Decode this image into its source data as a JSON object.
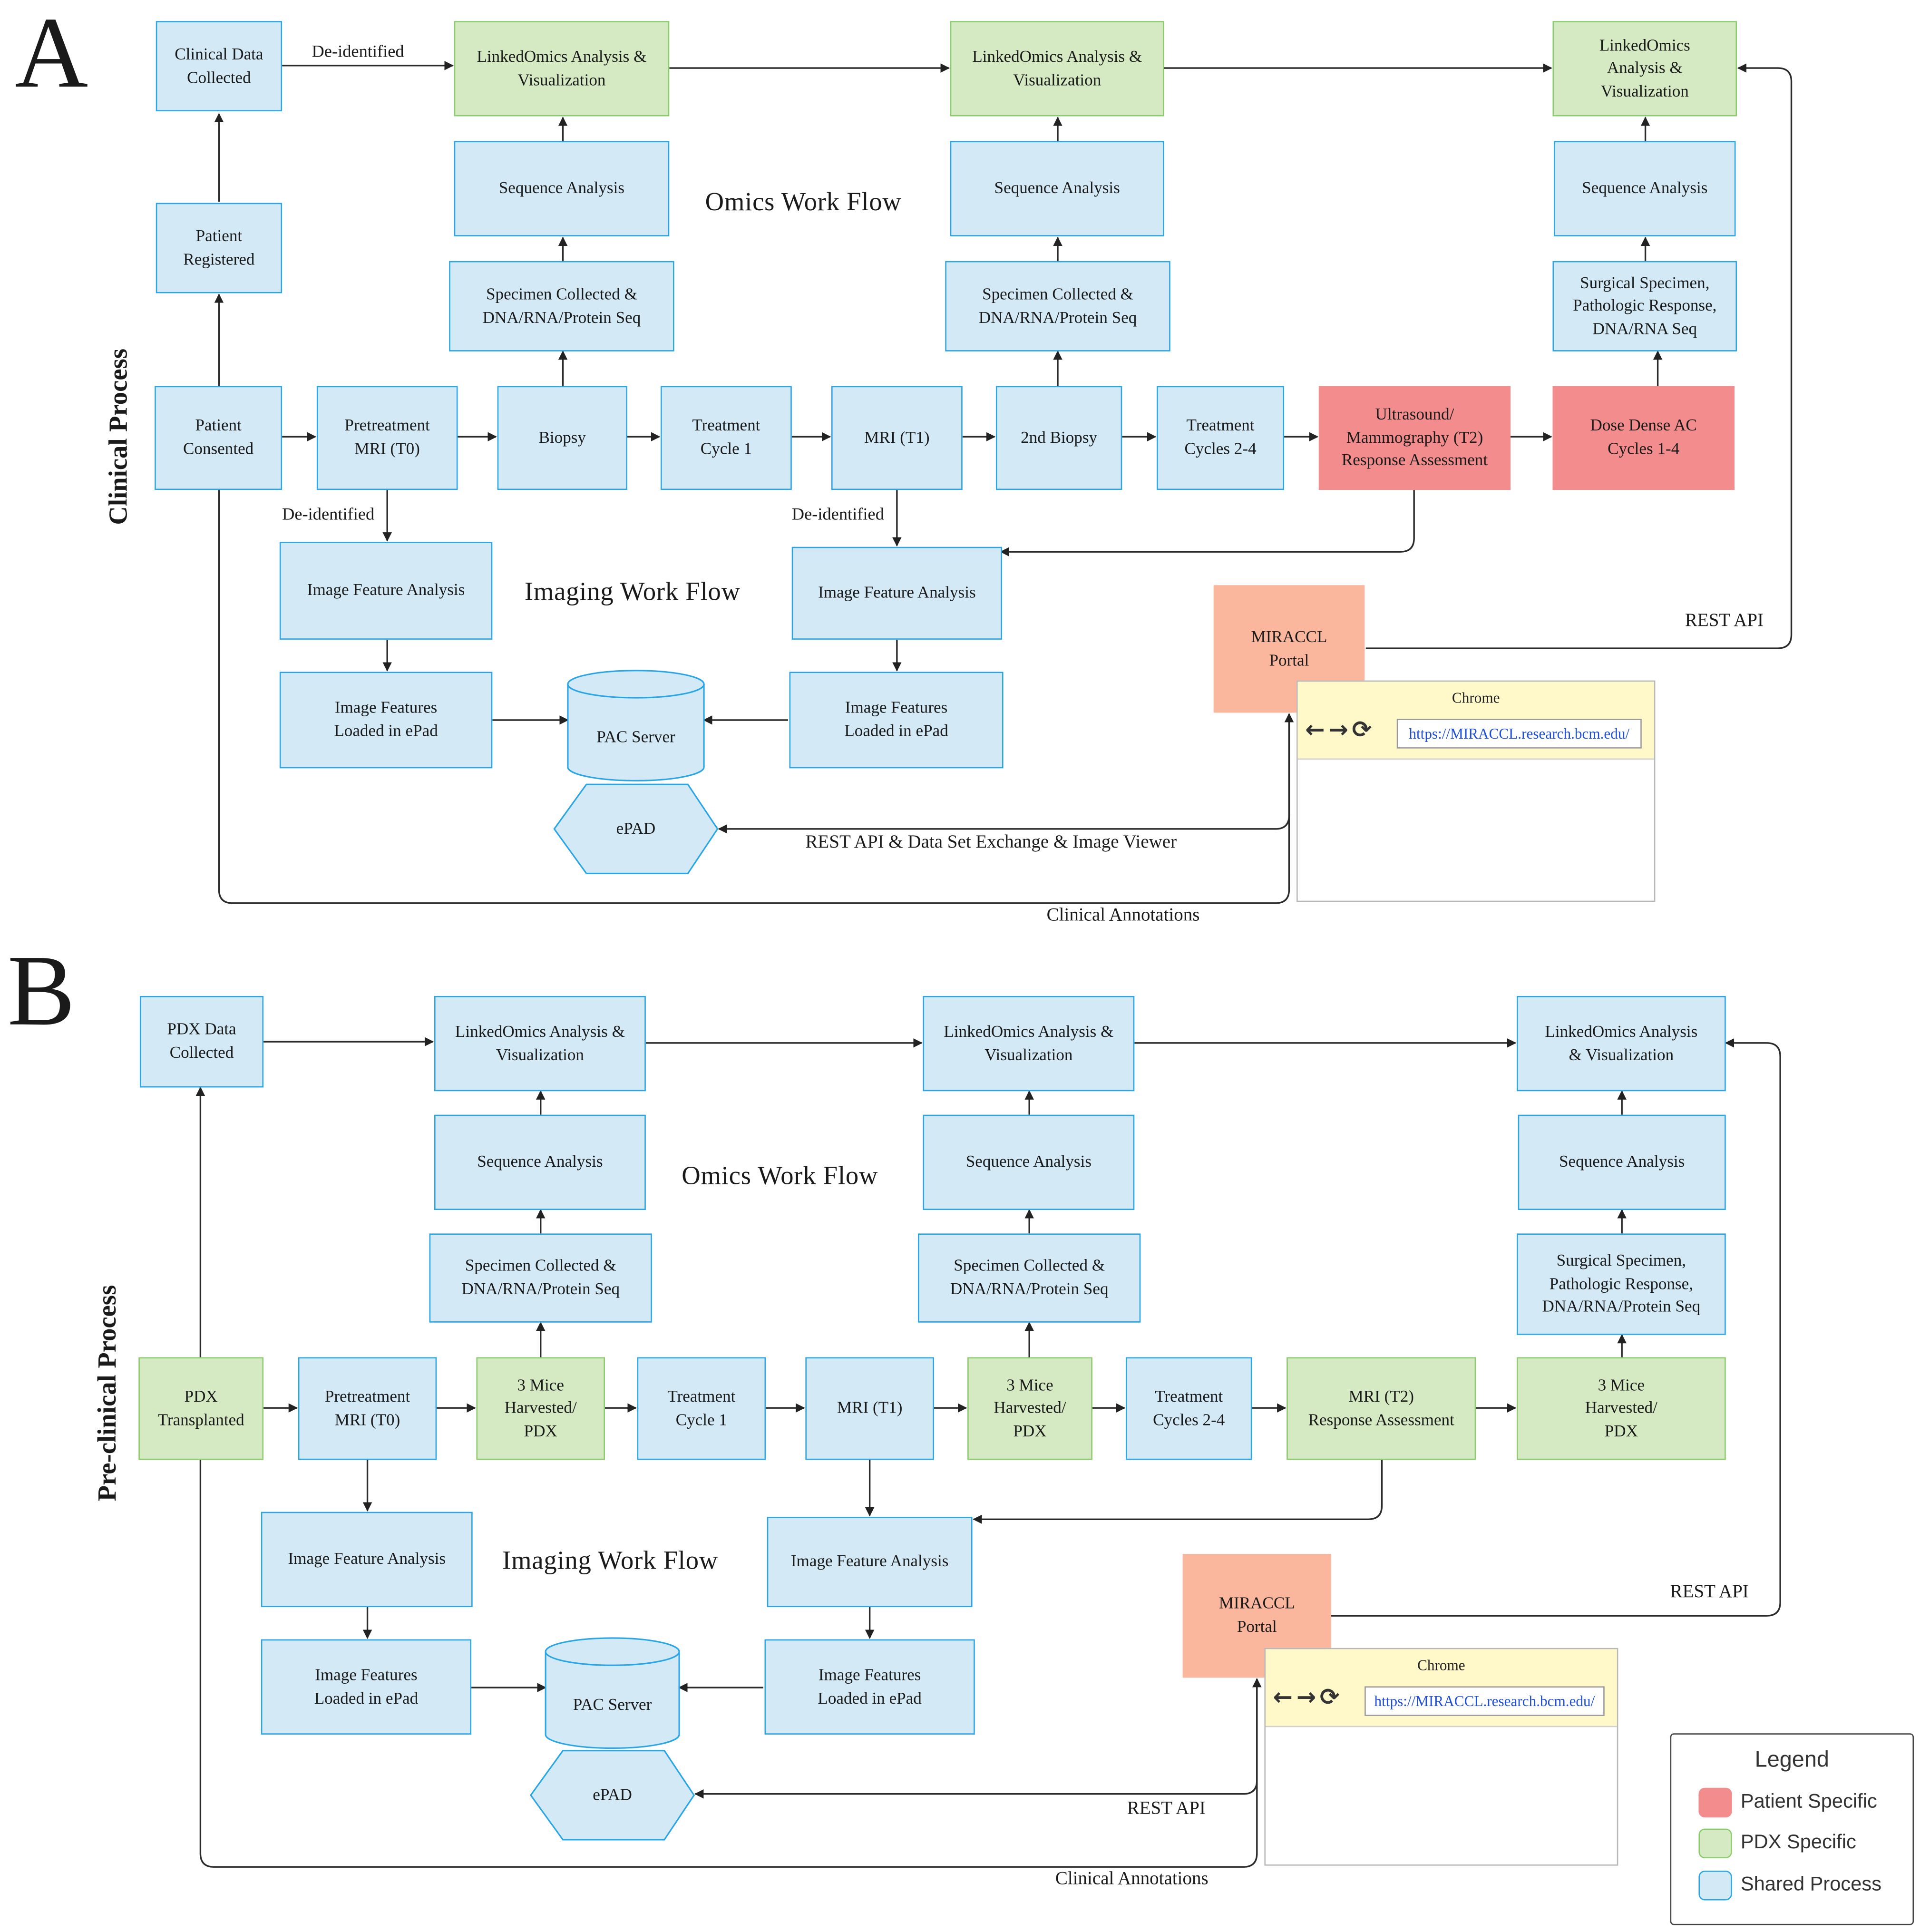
{
  "colors": {
    "patient_specific": "#f38c8c",
    "pdx_specific": "#d5eac2",
    "shared_process": "#d3eaf6",
    "portal": "#fbb79d",
    "line": "#2b2b2b"
  },
  "panel_a": {
    "letter": "A",
    "side_label": "Clinical Process",
    "omics_title": "Omics Work Flow",
    "imaging_title": "Imaging Work Flow",
    "nodes": {
      "clinical_data": "Clinical Data\nCollected",
      "patient_registered": "Patient\nRegistered",
      "patient_consented": "Patient\nConsented",
      "pretreatment_mri": "Pretreatment\nMRI (T0)",
      "biopsy": "Biopsy",
      "treatment_cycle1": "Treatment\nCycle 1",
      "mri_t1": "MRI (T1)",
      "biopsy2": "2nd Biopsy",
      "treatment_cycles24": "Treatment\nCycles 2-4",
      "ultrasound": "Ultrasound/\nMammography (T2)\nResponse Assessment",
      "dose_dense": "Dose Dense AC\nCycles 1-4",
      "linked1": "LinkedOmics Analysis &\nVisualization",
      "linked2": "LinkedOmics Analysis &\nVisualization",
      "linked3": "LinkedOmics\nAnalysis &\nVisualization",
      "seq1": "Sequence Analysis",
      "seq2": "Sequence Analysis",
      "seq3": "Sequence Analysis",
      "spec1": "Specimen Collected &\nDNA/RNA/Protein Seq",
      "spec2": "Specimen Collected &\nDNA/RNA/Protein Seq",
      "spec3": "Surgical Specimen,\nPathologic Response,\nDNA/RNA Seq",
      "ifa1": "Image Feature Analysis",
      "ifa2": "Image Feature Analysis",
      "ifl1": "Image Features\nLoaded in ePad",
      "ifl2": "Image Features\nLoaded in ePad",
      "pac": "PAC Server",
      "epad": "ePAD",
      "portal": "MIRACCL\nPortal"
    },
    "edge_labels": {
      "deid_top": "De-identified",
      "deid_mri": "De-identified",
      "deid_t1": "De-identified",
      "rest_api": "REST API",
      "rest_exchange": "REST API & Data Set Exchange & Image Viewer",
      "clinical_annotations": "Clinical Annotations"
    },
    "browser": {
      "title": "Chrome",
      "url": "https://MIRACCL.research.bcm.edu/"
    }
  },
  "panel_b": {
    "letter": "B",
    "side_label": "Pre-clinical Process",
    "omics_title": "Omics Work Flow",
    "imaging_title": "Imaging Work Flow",
    "nodes": {
      "pdx_data": "PDX Data\nCollected",
      "pdx_transplanted": "PDX\nTransplanted",
      "pretreatment_mri": "Pretreatment\nMRI (T0)",
      "mice1": "3 Mice\nHarvested/\nPDX",
      "treatment_cycle1": "Treatment\nCycle 1",
      "mri_t1": "MRI (T1)",
      "mice2": "3 Mice\nHarvested/\nPDX",
      "treatment_cycles24": "Treatment\nCycles 2-4",
      "mri_t2": "MRI (T2)\nResponse Assessment",
      "mice3": "3 Mice\nHarvested/\nPDX",
      "linked1": "LinkedOmics Analysis &\nVisualization",
      "linked2": "LinkedOmics Analysis &\nVisualization",
      "linked3": "LinkedOmics Analysis\n& Visualization",
      "seq1": "Sequence Analysis",
      "seq2": "Sequence Analysis",
      "seq3": "Sequence Analysis",
      "spec1": "Specimen Collected &\nDNA/RNA/Protein Seq",
      "spec2": "Specimen Collected &\nDNA/RNA/Protein Seq",
      "spec3": "Surgical Specimen,\nPathologic Response,\nDNA/RNA/Protein Seq",
      "ifa1": "Image Feature Analysis",
      "ifa2": "Image Feature Analysis",
      "ifl1": "Image Features\nLoaded in ePad",
      "ifl2": "Image Features\nLoaded in ePad",
      "pac": "PAC Server",
      "epad": "ePAD",
      "portal": "MIRACCL\nPortal"
    },
    "edge_labels": {
      "rest_api_top": "REST API",
      "rest_api_epad": "REST API",
      "clinical_annotations": "Clinical Annotations"
    },
    "browser": {
      "title": "Chrome",
      "url": "https://MIRACCL.research.bcm.edu/"
    }
  },
  "legend": {
    "title": "Legend",
    "items": [
      {
        "label": "Patient Specific",
        "color": "#f38c8c"
      },
      {
        "label": "PDX Specific",
        "color": "#d5eac2"
      },
      {
        "label": "Shared Process",
        "color": "#d3eaf6"
      }
    ]
  }
}
